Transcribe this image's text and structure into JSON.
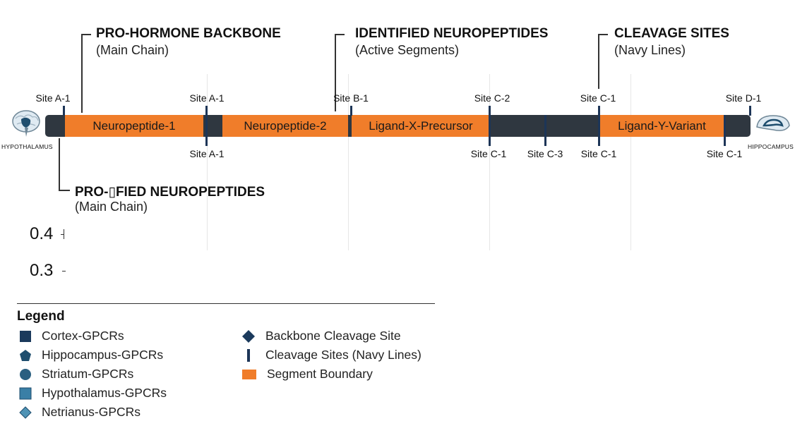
{
  "callouts": {
    "backbone": {
      "title": "PRO-HORMONE BACKBONE",
      "sub": "(Main Chain)"
    },
    "identified": {
      "title": "IDENTIFIED NEUROPEPTIDES",
      "sub": "(Active Segments)"
    },
    "cleavage": {
      "title": "CLEAVAGE SITES",
      "sub": "(Navy Lines)"
    },
    "profied": {
      "title": "PRO-▯FIED NEUROPEPTIDES",
      "sub": "(Main Chain)"
    }
  },
  "ends": {
    "left": "HYPOTHALAMUS",
    "right": "HIPPOCAMPUS"
  },
  "segments": [
    "Neuropeptide-1",
    "Neuropeptide-2",
    "Ligand-X-Precursor",
    "Ligand-Y-Variant"
  ],
  "sites_top": [
    "Site A-1",
    "Site A-1",
    "Site B-1",
    "Site C-2",
    "Site C-1",
    "Site D-1"
  ],
  "sites_bottom": [
    "Site A-1",
    "Site C-1",
    "Site C-3",
    "Site C-1",
    "Site C-1"
  ],
  "axis_ticks": [
    "0.4",
    "0.3"
  ],
  "legend": {
    "title": "Legend",
    "left": [
      {
        "label": "Cortex-GPCRs",
        "shape": "square"
      },
      {
        "label": "Hippocampus-GPCRs",
        "shape": "pentagon"
      },
      {
        "label": "Striatum-GPCRs",
        "shape": "circle"
      },
      {
        "label": "Hypothalamus-GPCRs",
        "shape": "square-light"
      },
      {
        "label": "Netrianus-GPCRs",
        "shape": "diamond-light"
      }
    ],
    "right": [
      {
        "label": "Backbone Cleavage Site",
        "shape": "diamond"
      },
      {
        "label": "Cleavage Sites (Navy Lines)",
        "shape": "line"
      },
      {
        "label": "Segment Boundary",
        "shape": "orange-rect"
      }
    ]
  },
  "colors": {
    "backbone": "#2f3740",
    "segment": "#f07d2a",
    "navy": "#1d3557",
    "legend_blue": "#1f4e6e"
  }
}
